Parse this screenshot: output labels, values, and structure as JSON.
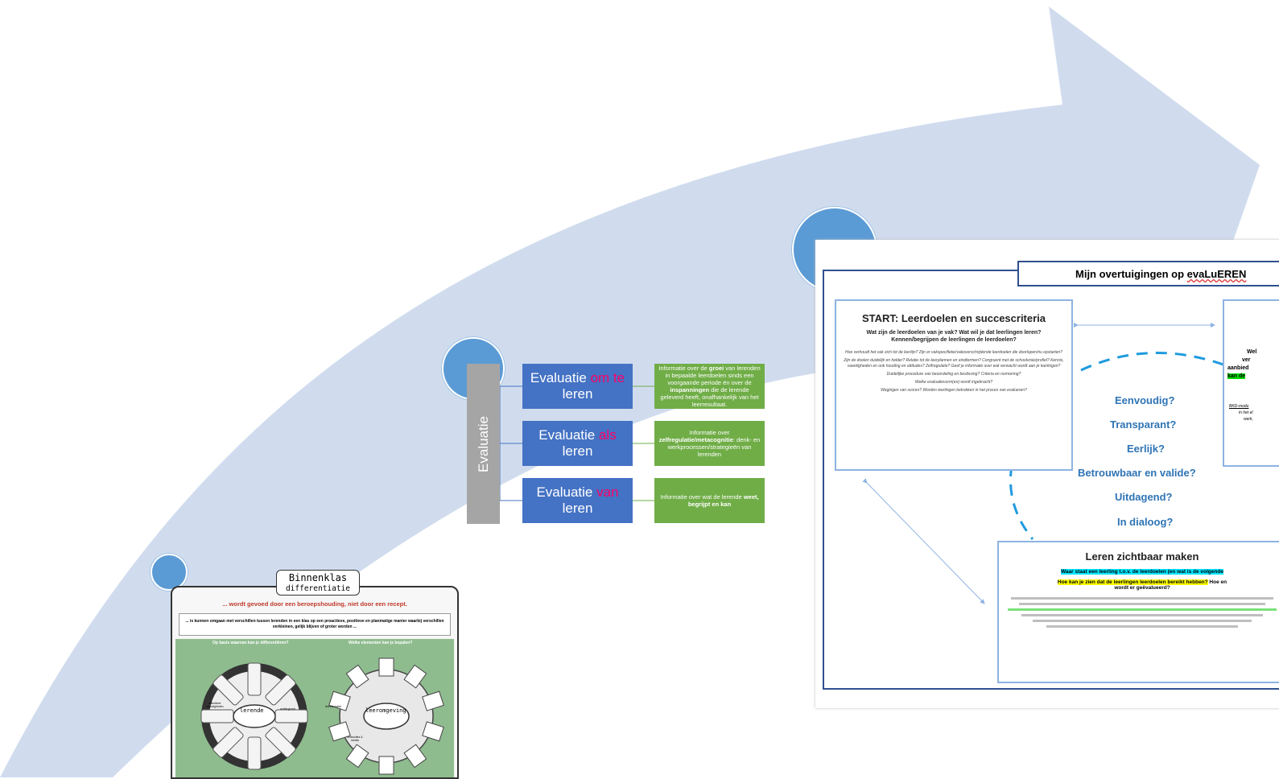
{
  "colors": {
    "arrow": "#d0dcee",
    "dot": "#5b9bd5",
    "eval_blue": "#4472c4",
    "eval_green": "#70ad47",
    "eval_gray": "#a5a5a5",
    "accent_red": "#ff0066",
    "question_blue": "#2e74b5"
  },
  "evaluatie": {
    "side_label": "Evaluatie",
    "rows": [
      {
        "pre": "Evaluatie ",
        "em": "om te",
        "post": " leren",
        "info_parts": [
          "Informatie over de ",
          "groei",
          " van lerenden in bepaalde leerdoelen sinds een voorgaande periode én over de ",
          "inspanningen",
          " die de lerende geleverd heeft, onafhankelijk van het leerresultaat."
        ]
      },
      {
        "pre": "Evaluatie ",
        "em": "als",
        "post": " leren",
        "info_parts": [
          "Informatie over ",
          "zelfregulatie/metacognitie",
          ": denk- en werkprocessen/strategieën van lerenden"
        ]
      },
      {
        "pre": "Evaluatie ",
        "em": "van",
        "post": " leren",
        "info_parts": [
          "Informatie over wat de lerende ",
          "weet, begrijpt en kan"
        ]
      }
    ]
  },
  "binnenklas": {
    "title": "Binnenklas",
    "subtitle": "differentiatie",
    "tagline": "... wordt gevoed door een beroepshouding, niet door een recept.",
    "intro": "... is kunnen omgaan met verschillen tussen lerenden in een klas op een proactieve, positieve en planmatige manier waarbij verschillen verkleinen, gelijk blijven of groter worden ...",
    "left_head": "Op basis waarvan kan je differentiëren?",
    "right_head": "Welke elementen kan je bepalen?",
    "left_wheel": "lerende",
    "right_wheel": "leeromgeving",
    "left_spokes": [
      "affectieve vaardigheden",
      "achtergrond"
    ],
    "right_spokes": [
      "leerinhouden",
      "instructies & media"
    ]
  },
  "evaluation_doc": {
    "title_pre": "Mijn overtuigingen op ",
    "title_ul": "evaLuEREN",
    "start_heading": "START: Leerdoelen en succescriteria",
    "start_question": "Wat zijn de leerdoelen van je vak? Wat wil je dat leerlingen leren? Kennen/begrijpen de leerlingen de leerdoelen?",
    "start_lines": [
      "Hoe verhoudt het vak zich tot de leerlijn? Zijn er vakspecifieke/vakoverschrijdende leerdoelen die doorlopen/nu opstarten?",
      "Zijn de doelen duidelijk en helder? Relatie tot de leerplannen en eindtermen? Congruent met de schoolvisie/profiel? Kennis, vaardigheden en ook houding en attitudes? Zelfregulatie? Geef je informatie over wat verwacht wordt aan je leerlingen?",
      "Duidelijke procedure van beoordeling en beslissing? Criteria en normering?",
      "Welke evaluatievorm(en) wordt ingebracht?",
      "Wegingen van scores? Worden leerlingen betrokken in het proces van evalueren?"
    ],
    "questions": [
      "Eenvoudig?",
      "Transparant?",
      "Eerlijk?",
      "Betrouwbaar en valide?",
      "Uitdagend?",
      "In dialoog?"
    ],
    "right_snippets": [
      "Wel",
      "ver",
      "aanbied",
      "kan de",
      "BKD-modu",
      "in het el",
      "werk,"
    ],
    "lz_heading": "Leren zichtbaar maken",
    "lz_line1": "Waar staat een leerling t.o.v. de leerdoelen (en wat is de volgende",
    "lz_line2_hl": "Hoe kan je zien dat de leerlingen leerdoelen bereikt hebben?",
    "lz_line2_rest": " Hoe en",
    "lz_line3": "wordt er geëvalueerd?"
  }
}
